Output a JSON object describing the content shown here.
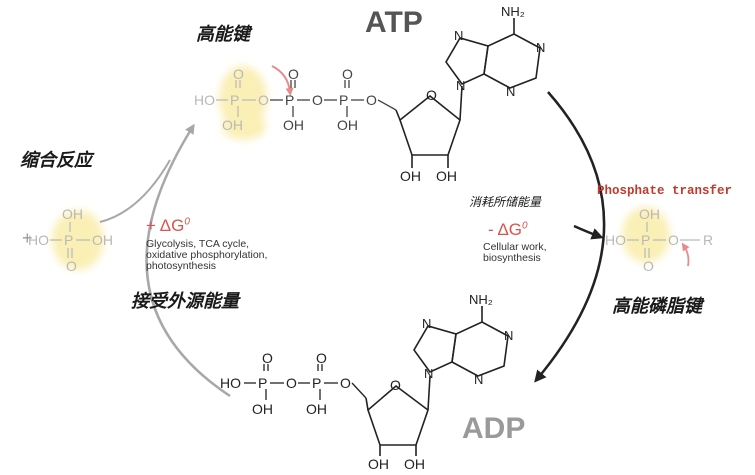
{
  "title_atp": "ATP",
  "title_adp": "ADP",
  "label_high_energy_bond": "高能键",
  "label_condensation": "缩合反应",
  "label_energy_consumption": "消耗所储能量",
  "label_energy_storage": "接受外源能量",
  "label_phosphoester_bond": "高能磷脂键",
  "label_phosphate_transfer": "Phosphate transfer",
  "plus_sign": "+",
  "delta_g_plus_sign": "+ ",
  "delta_g_minus_sign": "- ",
  "delta_g_symbol": "ΔG",
  "delta_g_superscript": "0",
  "energy_sources": [
    "Glycolysis, TCA cycle,",
    "oxidative phosphorylation,",
    "photosynthesis"
  ],
  "energy_uses": [
    "Cellular work,",
    "biosynthesis"
  ],
  "atoms": {
    "HO": "HO",
    "OH": "OH",
    "O": "O",
    "P": "P",
    "N": "N",
    "NH2": "NH₂",
    "R": "R"
  },
  "colors": {
    "highlight": "#f7e27a",
    "arrow_grey": "#a8a8a8",
    "arrow_dark": "#222222",
    "red_text": "#d9534f",
    "pink_arrow": "#e88b8b",
    "atp_title": "#555555",
    "adp_title": "#9a9a9a"
  }
}
